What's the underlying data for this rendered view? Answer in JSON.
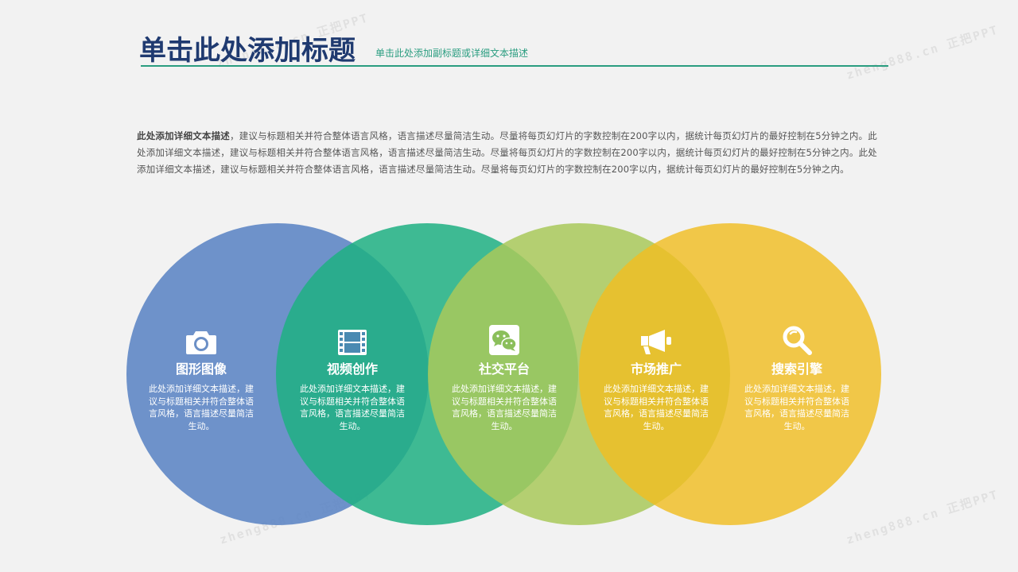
{
  "header": {
    "title": "单击此处添加标题",
    "subtitle": "单击此处添加副标题或详细文本描述"
  },
  "body": {
    "lead": "此处添加详细文本描述",
    "text": "，建议与标题相关并符合整体语言风格，语言描述尽量简洁生动。尽量将每页幻灯片的字数控制在200字以内，据统计每页幻灯片的最好控制在5分钟之内。此处添加详细文本描述，建议与标题相关并符合整体语言风格，语言描述尽量简洁生动。尽量将每页幻灯片的字数控制在200字以内，据统计每页幻灯片的最好控制在5分钟之内。此处添加详细文本描述，建议与标题相关并符合整体语言风格，语言描述尽量简洁生动。尽量将每页幻灯片的字数控制在200字以内，据统计每页幻灯片的最好控制在5分钟之内。"
  },
  "watermark": "zheng888.cn 正把PPT",
  "circles": [
    {
      "color": "#5b84c4",
      "opacity": 0.88
    },
    {
      "color": "#1fb083",
      "opacity": 0.85
    },
    {
      "color": "#a9c95a",
      "opacity": 0.85
    },
    {
      "color": "#f0bd22",
      "opacity": 0.82
    }
  ],
  "items": [
    {
      "icon": "camera-icon",
      "label": "图形图像",
      "desc": "此处添加详细文本描述，建议与标题相关并符合整体语言风格，语言描述尽量简洁生动。"
    },
    {
      "icon": "film-icon",
      "label": "视频创作",
      "desc": "此处添加详细文本描述，建议与标题相关并符合整体语言风格，语言描述尽量简洁生动。"
    },
    {
      "icon": "wechat-icon",
      "label": "社交平台",
      "desc": "此处添加详细文本描述，建议与标题相关并符合整体语言风格，语言描述尽量简洁生动。"
    },
    {
      "icon": "megaphone-icon",
      "label": "市场推广",
      "desc": "此处添加详细文本描述，建议与标题相关并符合整体语言风格，语言描述尽量简洁生动。"
    },
    {
      "icon": "search-icon",
      "label": "搜索引擎",
      "desc": "此处添加详细文本描述，建议与标题相关并符合整体语言风格，语言描述尽量简洁生动。"
    }
  ]
}
